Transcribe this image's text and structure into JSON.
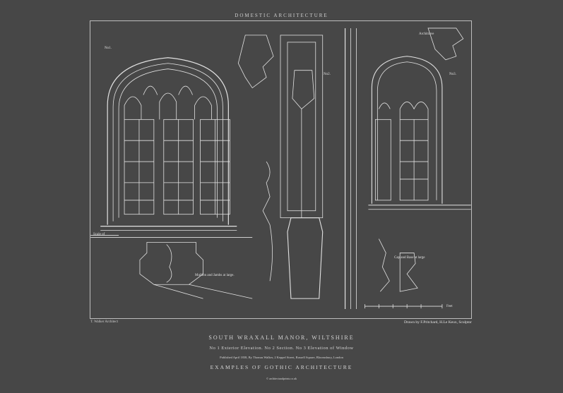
{
  "header": {
    "title": "DOMESTIC ARCHITECTURE"
  },
  "plate": {
    "fig1_label": "No1.",
    "fig2_label": "No2.",
    "fig3_label": "No3.",
    "note": "Mullion and Jambs at large.",
    "scale_label": "Scale of",
    "feet_label": "Feet",
    "section_note": "Cap and Base at large",
    "arch_label": "Architrave"
  },
  "credits": {
    "architect": "T.  Walker  Architect",
    "engraver": "Drawn by F.Pritchard,  H.Le Keux,  Sculptor"
  },
  "caption": {
    "title": "SOUTH WRAXALL MANOR, WILTSHIRE",
    "subtitle": "No 1 Exterior Elevation.  No 2 Section.  No 3 Elevation of Window",
    "published": "Published April 1838, By Thomas Walker, 2 Keppel Street, Russell Square, Bloomsbury, London",
    "series": "EXAMPLES OF GOTHIC ARCHITECTURE",
    "source": "© architecturalprints.co.uk"
  }
}
